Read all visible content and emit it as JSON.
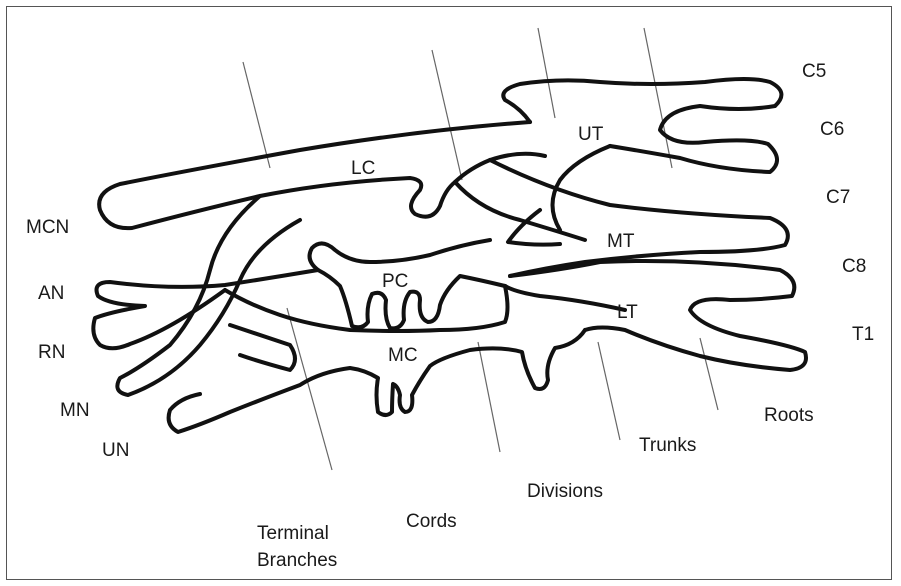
{
  "roots": [
    "C5",
    "C6",
    "C7",
    "C8",
    "T1"
  ],
  "trunks": {
    "upper": "UT",
    "middle": "MT",
    "lower": "LT"
  },
  "cords": {
    "lateral": "LC",
    "posterior": "PC",
    "medial": "MC"
  },
  "branches": [
    "MCN",
    "AN",
    "RN",
    "MN",
    "UN"
  ],
  "regions": {
    "roots": "Roots",
    "trunks": "Trunks",
    "divisions": "Divisions",
    "cords": "Cords",
    "terminal_line1": "Terminal",
    "terminal_line2": "Branches"
  },
  "colors": {
    "stroke": "#111111",
    "divider": "#666666",
    "frame": "#555555"
  }
}
